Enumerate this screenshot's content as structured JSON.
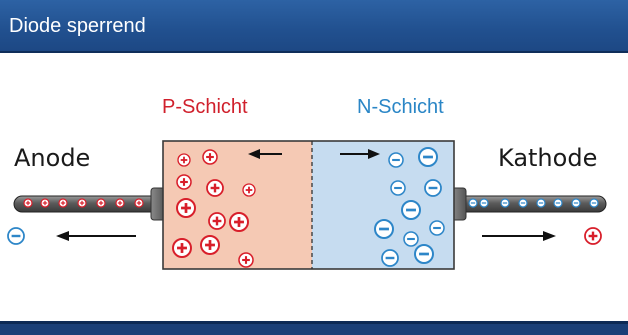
{
  "title": "Diode sperrend",
  "labels": {
    "p_layer": "P-Schicht",
    "n_layer": "N-Schicht",
    "anode": "Anode",
    "cathode": "Kathode"
  },
  "symbols": {
    "plus": "+",
    "minus": "−"
  },
  "colors": {
    "title_bar": "#21508f",
    "p_region": "#f5c9b4",
    "n_region": "#c6dcf0",
    "positive": "#d81e2a",
    "negative": "#2d86c8",
    "p_label": "#d0202c",
    "n_label": "#2a86c6"
  }
}
